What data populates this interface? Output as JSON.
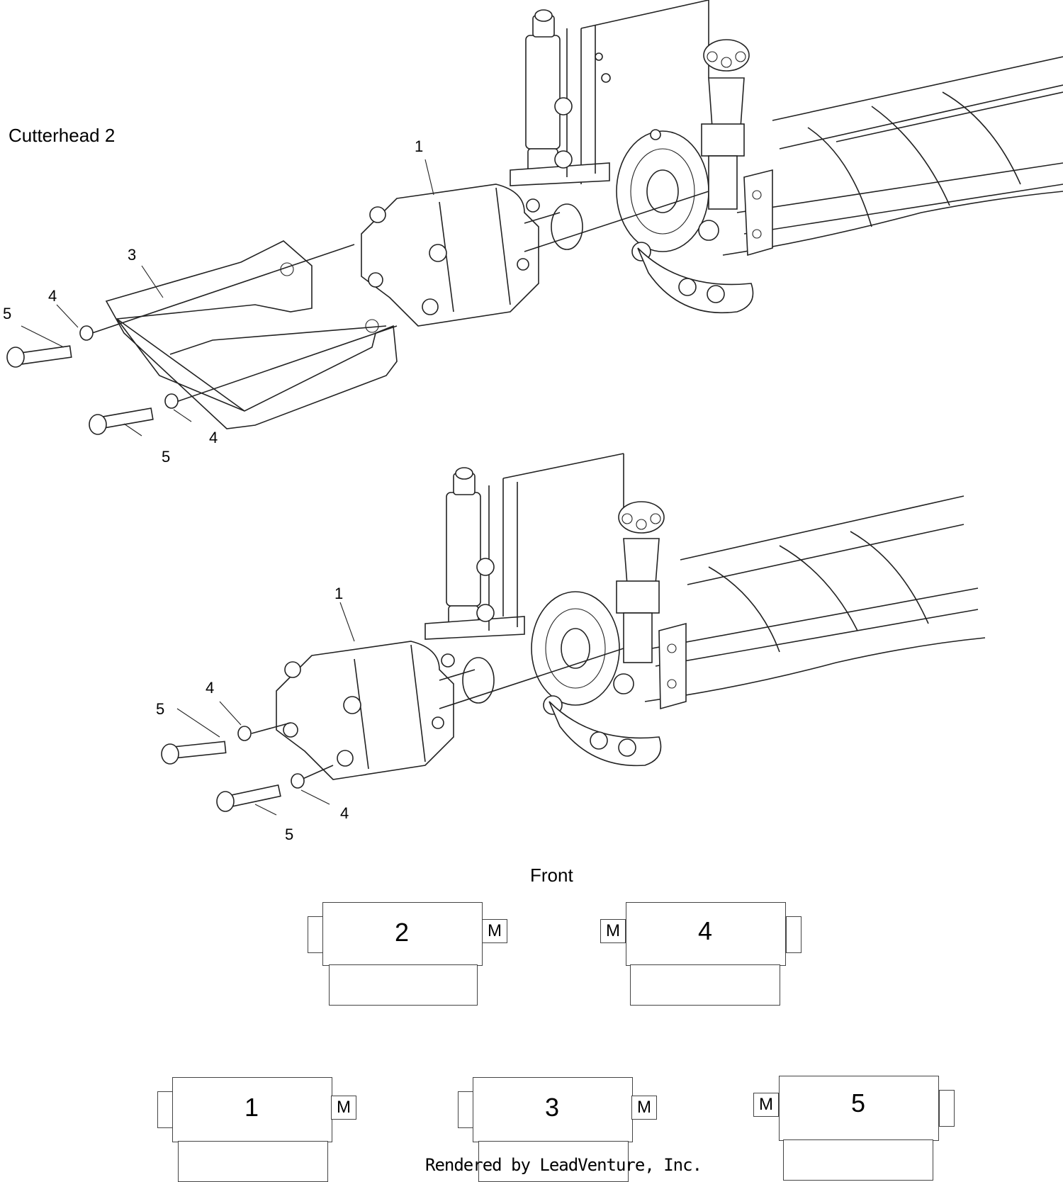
{
  "title": "Cutterhead 2",
  "front_label": "Front",
  "footer": "Rendered by LeadVenture, Inc.",
  "callouts_upper": [
    "1",
    "3",
    "4",
    "5",
    "4",
    "5"
  ],
  "callouts_lower": [
    "1",
    "4",
    "5",
    "4",
    "5"
  ],
  "motor_label": "M",
  "units_top_row": [
    {
      "number": "2",
      "motor_side": "right"
    },
    {
      "number": "4",
      "motor_side": "left"
    }
  ],
  "units_bottom_row": [
    {
      "number": "1",
      "motor_side": "right"
    },
    {
      "number": "3",
      "motor_side": "right"
    },
    {
      "number": "5",
      "motor_side": "left"
    }
  ]
}
